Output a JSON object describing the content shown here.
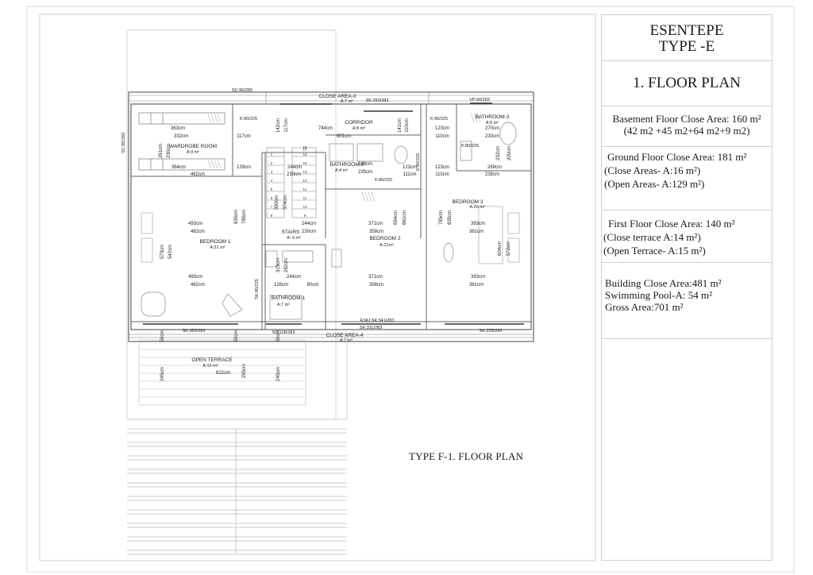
{
  "info": {
    "project": "ESENTEPE",
    "type": "TYPE -E",
    "plan_title": "1. FLOOR PLAN",
    "basement": [
      "Basement Floor Close Area: 160 m²",
      "(42 m2 +45 m2+64 m2+9 m2)"
    ],
    "ground": [
      "Ground Floor Close Area: 181 m²",
      "(Close Areas- A:16 m²)",
      "(Open Areas- A:129 m²)"
    ],
    "first": [
      "First Floor Close Area: 140 m²",
      "(Close terrace A:14 m²)",
      "(Open Terrace- A:15 m²)"
    ],
    "totals": [
      "Building Close Area:481 m²",
      "Swimming Pool-A: 54 m²",
      "Gross Area:701 m²"
    ]
  },
  "caption": "TYPE F-1. FLOOR PLAN",
  "rooms": {
    "close_area_3": {
      "name": "CLOSE AREA-3",
      "area": "A:7 m²"
    },
    "corridor": {
      "name": "CORRIDOR",
      "area": "A:8 m²"
    },
    "bathroom_3": {
      "name": "BATHROOM-3",
      "area": "A:5 m²"
    },
    "wardrobe": {
      "name": "WARDROBE ROOM",
      "area": "A:9 m²"
    },
    "bathroom_2": {
      "name": "BATHROOM-2",
      "area": "A:4 m²"
    },
    "bedroom_3": {
      "name": "BEDROOM 3",
      "area": "A:26 m²"
    },
    "stairs": {
      "name": "STAIRS",
      "area": "A: 9 m²"
    },
    "bedroom_1": {
      "name": "BEDROOM 1",
      "area": "A:31 m²"
    },
    "bedroom_2": {
      "name": "BEDROOM 2",
      "area": "A:21m²"
    },
    "bathroom_1": {
      "name": "BATHROOM-1",
      "area": "A:7 m²"
    },
    "close_area_4": {
      "name": "CLOSE AREA-4",
      "area": "A:7 m²"
    },
    "open_terrace": {
      "name": "OPEN TERRACE",
      "area": "A:15 m²"
    }
  },
  "openings": {
    "sc_top": "SC:90/283",
    "sk_top": "SK:250/283",
    "vp_top": "VP:90/283",
    "k_wardrobe": "K:90/225",
    "k_bath3": "K:90/225",
    "k_bath3b": "K:80/225",
    "k_bath2": "K:80/225",
    "k_corr": "K:90/225",
    "sc_left": "SC:90/283",
    "sk_bath1": "SK:80/225",
    "sk_bed1": "SK:350/283",
    "sc_mid": "SC:128/283",
    "eski_sk": "ESKİ SK:341/283",
    "sk_bed2": "SK:311/283",
    "sk_bed3": "SK:225/283"
  },
  "dims": {
    "d363": "363cm",
    "d332": "332cm",
    "d117a": "117cm",
    "d744": "744cm",
    "d601": "601cm",
    "d123a": "123cm",
    "d110a": "110cm",
    "d270": "270cm",
    "d233": "233cm",
    "d142": "142cm",
    "d117v": "117cm",
    "d141": "141cm",
    "d110v": "110cm",
    "d261": "261cm",
    "d230v": "230cm",
    "d364": "364cm",
    "d462a": "462cm",
    "d129": "129cm",
    "d244a": "244cm",
    "d230a": "230cm",
    "d248": "248cm",
    "d235": "235cm",
    "d123b": "123cm",
    "d111": "111cm",
    "d123c": "123cm",
    "d110b": "110cm",
    "d269": "269cm",
    "d238": "238cm",
    "d232": "232cm",
    "d200": "200cm",
    "d390": "390cm",
    "d374": "374cm",
    "d493a": "493cm",
    "d462b": "462cm",
    "d835a": "835cm",
    "d785a": "785cm",
    "d244b": "244cm",
    "d230b": "230cm",
    "d371a": "371cm",
    "d358a": "358cm",
    "d694": "694cm",
    "d661": "661cm",
    "d785b": "785cm",
    "d835b": "835cm",
    "d393a": "393cm",
    "d361a": "361cm",
    "d573": "573cm",
    "d542": "542cm",
    "d604": "604cm",
    "d572": "572cm",
    "d313": "313cm",
    "d282": "282cm",
    "d493b": "493cm",
    "d462c": "462cm",
    "d244c": "244cm",
    "d128": "128cm",
    "d80": "80cm",
    "d371b": "371cm",
    "d358b": "358cm",
    "d393b": "393cm",
    "d361b": "361cm",
    "d50a": "50cm",
    "d50b": "50cm",
    "d50c": "50cm",
    "d245a": "245cm",
    "d622": "622cm",
    "d295": "295cm",
    "d245b": "245cm"
  },
  "stair_numbers": [
    "1",
    "2",
    "3",
    "4",
    "5",
    "6",
    "7",
    "8",
    "9",
    "10",
    "11",
    "12",
    "13",
    "14",
    "15",
    "16",
    "17",
    "18"
  ]
}
